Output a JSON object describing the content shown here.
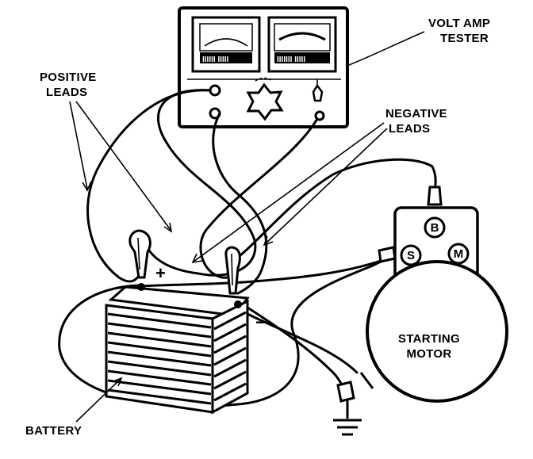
{
  "labels": {
    "volt_amp_tester": [
      "VOLT AMP",
      "TESTER"
    ],
    "positive_leads": [
      "POSITIVE",
      "LEADS"
    ],
    "negative_leads": [
      "NEGATIVE",
      "LEADS"
    ],
    "starting_motor": [
      "STARTING",
      "MOTOR"
    ],
    "battery": "BATTERY"
  },
  "terminals": {
    "b": "B",
    "s": "S",
    "m": "M"
  },
  "battery_signs": {
    "positive": "+",
    "negative": "−"
  },
  "icons": {
    "control_knob": "star-knob-icon",
    "ground": "ground-symbol-icon"
  }
}
